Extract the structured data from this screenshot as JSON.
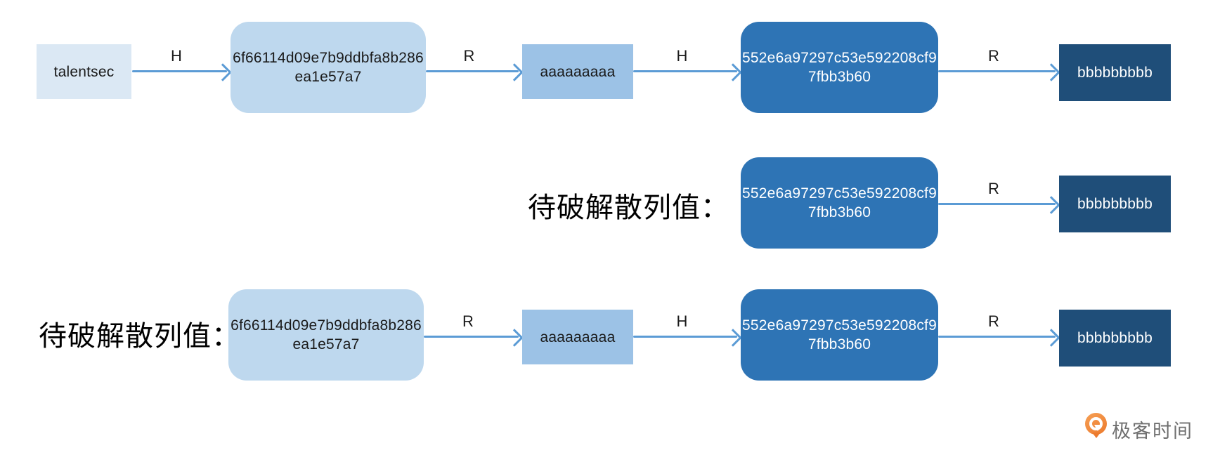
{
  "diagram": {
    "title_hint": "rainbow-table hash chain diagram",
    "row1": {
      "plaintext": "talentsec",
      "arrow_h1": "H",
      "hash1_line1": "6f66114d09e7b9ddbfa8b286",
      "hash1_line2": "ea1e57a7",
      "arrow_r1": "R",
      "reduced1": "aaaaaaaaa",
      "arrow_h2": "H",
      "hash2_line1": "552e6a97297c53e592208cf9",
      "hash2_line2": "7fbb3b60",
      "arrow_r2": "R",
      "reduced2": "bbbbbbbbb"
    },
    "row2": {
      "prompt": "待破解散列值：",
      "hash2_line1": "552e6a97297c53e592208cf9",
      "hash2_line2": "7fbb3b60",
      "arrow_r": "R",
      "reduced2": "bbbbbbbbb"
    },
    "row3": {
      "prompt": "待破解散列值：",
      "hash1_line1": "6f66114d09e7b9ddbfa8b286",
      "hash1_line2": "ea1e57a7",
      "arrow_r1": "R",
      "reduced1": "aaaaaaaaa",
      "arrow_h": "H",
      "hash2_line1": "552e6a97297c53e592208cf9",
      "hash2_line2": "7fbb3b60",
      "arrow_r2": "R",
      "reduced2": "bbbbbbbbb"
    }
  },
  "colors": {
    "plaintext_box": "#dbe8f4",
    "hash1_box": "#bed8ee",
    "reduced1_box": "#9cc2e6",
    "hash2_box": "#2e74b5",
    "reduced2_box": "#1f4e79",
    "arrow": "#5b9bd5",
    "logo_orange": "#ec7a2d",
    "logo_text_gray": "#6f6f6f"
  },
  "logo": {
    "brand": "极客时间",
    "icon": "geektime-icon"
  }
}
